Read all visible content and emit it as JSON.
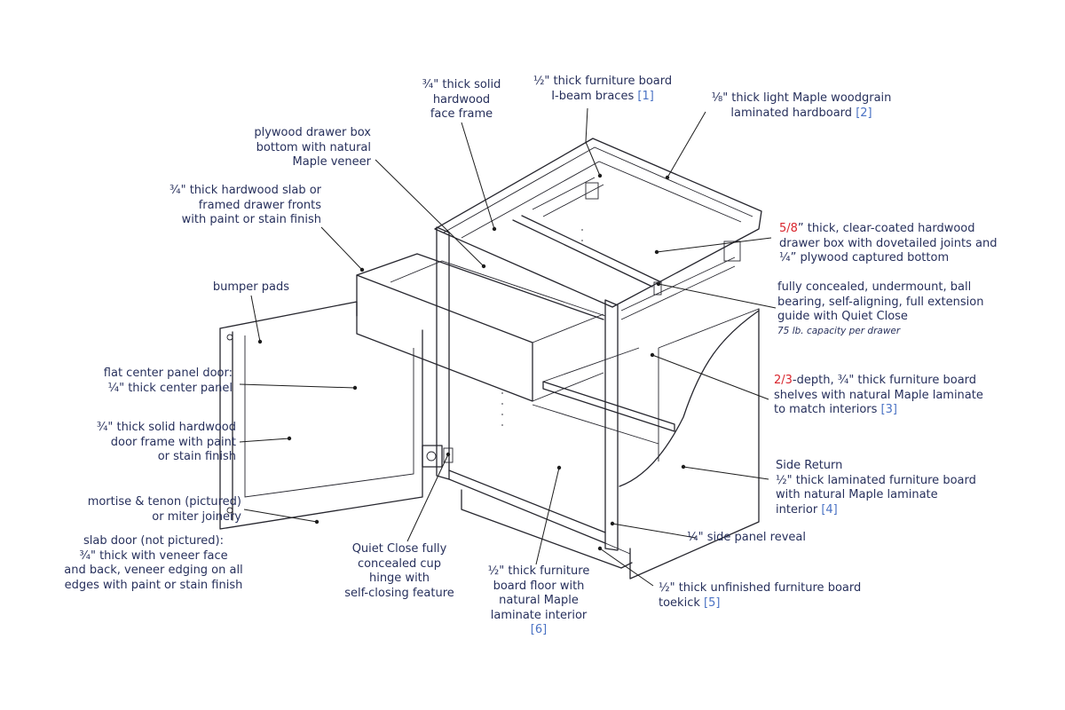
{
  "labels": {
    "face_frame": [
      "¾\" thick solid",
      "hardwood",
      "face frame"
    ],
    "ibeam": [
      "½\" thick furniture board",
      "I-beam braces"
    ],
    "ibeam_ref": "[1]",
    "hardboard": [
      "⅛\" thick light Maple woodgrain",
      "laminated hardboard"
    ],
    "hardboard_ref": "[2]",
    "drawer_bottom": [
      "plywood drawer box",
      "bottom with natural",
      "Maple veneer"
    ],
    "drawer_fronts": [
      "¾\" thick hardwood slab or",
      "framed drawer fronts",
      "with paint or stain finish"
    ],
    "drawer_box_hl": "5/8",
    "drawer_box_rest": "” thick, clear-coated hardwood",
    "drawer_box": [
      "drawer box with dovetailed joints and",
      "¼” plywood captured bottom"
    ],
    "guide": [
      "fully concealed, undermount, ball",
      "bearing, self-aligning, full extension",
      "guide with Quiet Close"
    ],
    "guide_note": "75 lb. capacity per drawer",
    "bumper": "bumper pads",
    "center_panel": [
      "flat center panel door:",
      "¼\" thick center panel"
    ],
    "door_frame": [
      "¾\" thick solid hardwood",
      "door frame with paint",
      "or stain finish"
    ],
    "shelves_hl": "2/3",
    "shelves_rest": "-depth, ¾\" thick furniture board",
    "shelves": [
      "shelves with natural Maple laminate",
      "to match interiors"
    ],
    "shelves_ref": "[3]",
    "side_return": [
      "Side Return",
      "½\" thick laminated furniture board",
      "with natural Maple laminate",
      "interior"
    ],
    "side_return_ref": "[4]",
    "mortise": [
      "mortise & tenon (pictured)",
      "or miter joinery"
    ],
    "slab_door": [
      "slab door (not pictured):",
      "¾\" thick with veneer face",
      "and back, veneer edging on all",
      "edges with paint or stain finish"
    ],
    "hinge": [
      "Quiet Close fully",
      "concealed cup",
      "hinge with",
      "self-closing feature"
    ],
    "floor": [
      "½\" thick furniture",
      "board floor with",
      "natural Maple",
      "laminate interior"
    ],
    "floor_ref": "[6]",
    "reveal": "¼\" side panel reveal",
    "toekick": [
      "½\" thick unfinished furniture board",
      "toekick"
    ],
    "toekick_ref": "[5]"
  }
}
